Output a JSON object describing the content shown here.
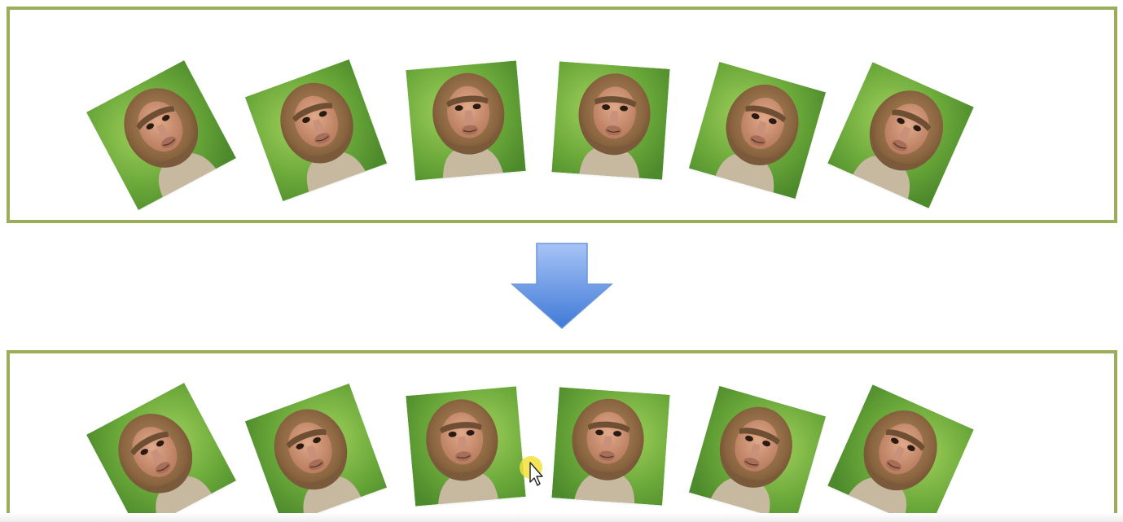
{
  "slide": {
    "background": "#ffffff",
    "panel_border_color": "#9aad5b",
    "top_panel": {
      "photos": [
        {
          "subject": "monkey-face",
          "rotation_deg": -28,
          "flipped": false
        },
        {
          "subject": "monkey-face",
          "rotation_deg": -20,
          "flipped": false
        },
        {
          "subject": "monkey-face",
          "rotation_deg": -5,
          "flipped": false
        },
        {
          "subject": "monkey-face",
          "rotation_deg": 4,
          "flipped": false
        },
        {
          "subject": "monkey-face",
          "rotation_deg": 16,
          "flipped": false
        },
        {
          "subject": "monkey-face",
          "rotation_deg": 24,
          "flipped": false
        }
      ]
    },
    "bottom_panel": {
      "photos": [
        {
          "subject": "monkey-face",
          "rotation_deg": -28,
          "flipped": true
        },
        {
          "subject": "monkey-face",
          "rotation_deg": -20,
          "flipped": true
        },
        {
          "subject": "monkey-face",
          "rotation_deg": -5,
          "flipped": true
        },
        {
          "subject": "monkey-face",
          "rotation_deg": 4,
          "flipped": true
        },
        {
          "subject": "monkey-face",
          "rotation_deg": 16,
          "flipped": true
        },
        {
          "subject": "monkey-face",
          "rotation_deg": 24,
          "flipped": true
        }
      ]
    },
    "arrow": {
      "icon": "down-arrow-icon",
      "color_top": "#a7c3f5",
      "color_bottom": "#3f7ad8"
    },
    "cursor": {
      "icon": "mouse-pointer-icon",
      "highlight_color": "#f3e13c"
    }
  }
}
